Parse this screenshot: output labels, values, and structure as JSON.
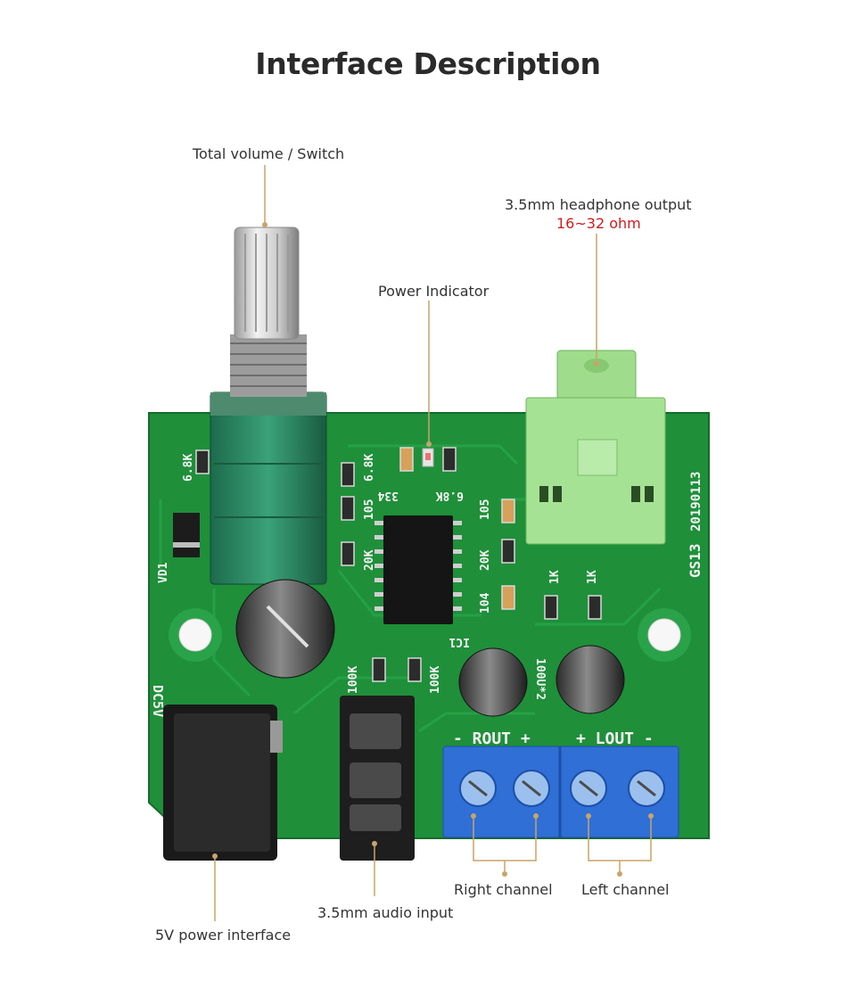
{
  "title": "Interface Description",
  "labels": {
    "volume": "Total volume / Switch",
    "headphone": "3.5mm headphone output",
    "headphone_spec": "16~32 ohm",
    "power_indicator": "Power Indicator",
    "power_interface": "5V power interface",
    "audio_input": "3.5mm audio input",
    "right_channel": "Right channel",
    "left_channel": "Left channel"
  },
  "silkscreen": {
    "r1": "6.8K",
    "r2": "6.8K",
    "cap334": "334",
    "r3": "6.8K",
    "c1": "105",
    "c2": "105",
    "r20k1": "20K",
    "r20k2": "20K",
    "c104": "104",
    "ic": "IC1",
    "r1k1": "1K",
    "r1k2": "1K",
    "r100k1": "100K",
    "r100k2": "100K",
    "cap": "100U*2",
    "vd": "VD1",
    "dc": "DC5V",
    "rout": "- ROUT +",
    "lout": "+ LOUT -",
    "board_id": "GS13",
    "date": "20190113"
  },
  "colors": {
    "pcb": "#1f8f3a",
    "pcb_dark": "#16752e",
    "accent_line": "#c9a46a",
    "headphone_spec": "#d21a1a",
    "terminal": "#2f6fd6"
  }
}
